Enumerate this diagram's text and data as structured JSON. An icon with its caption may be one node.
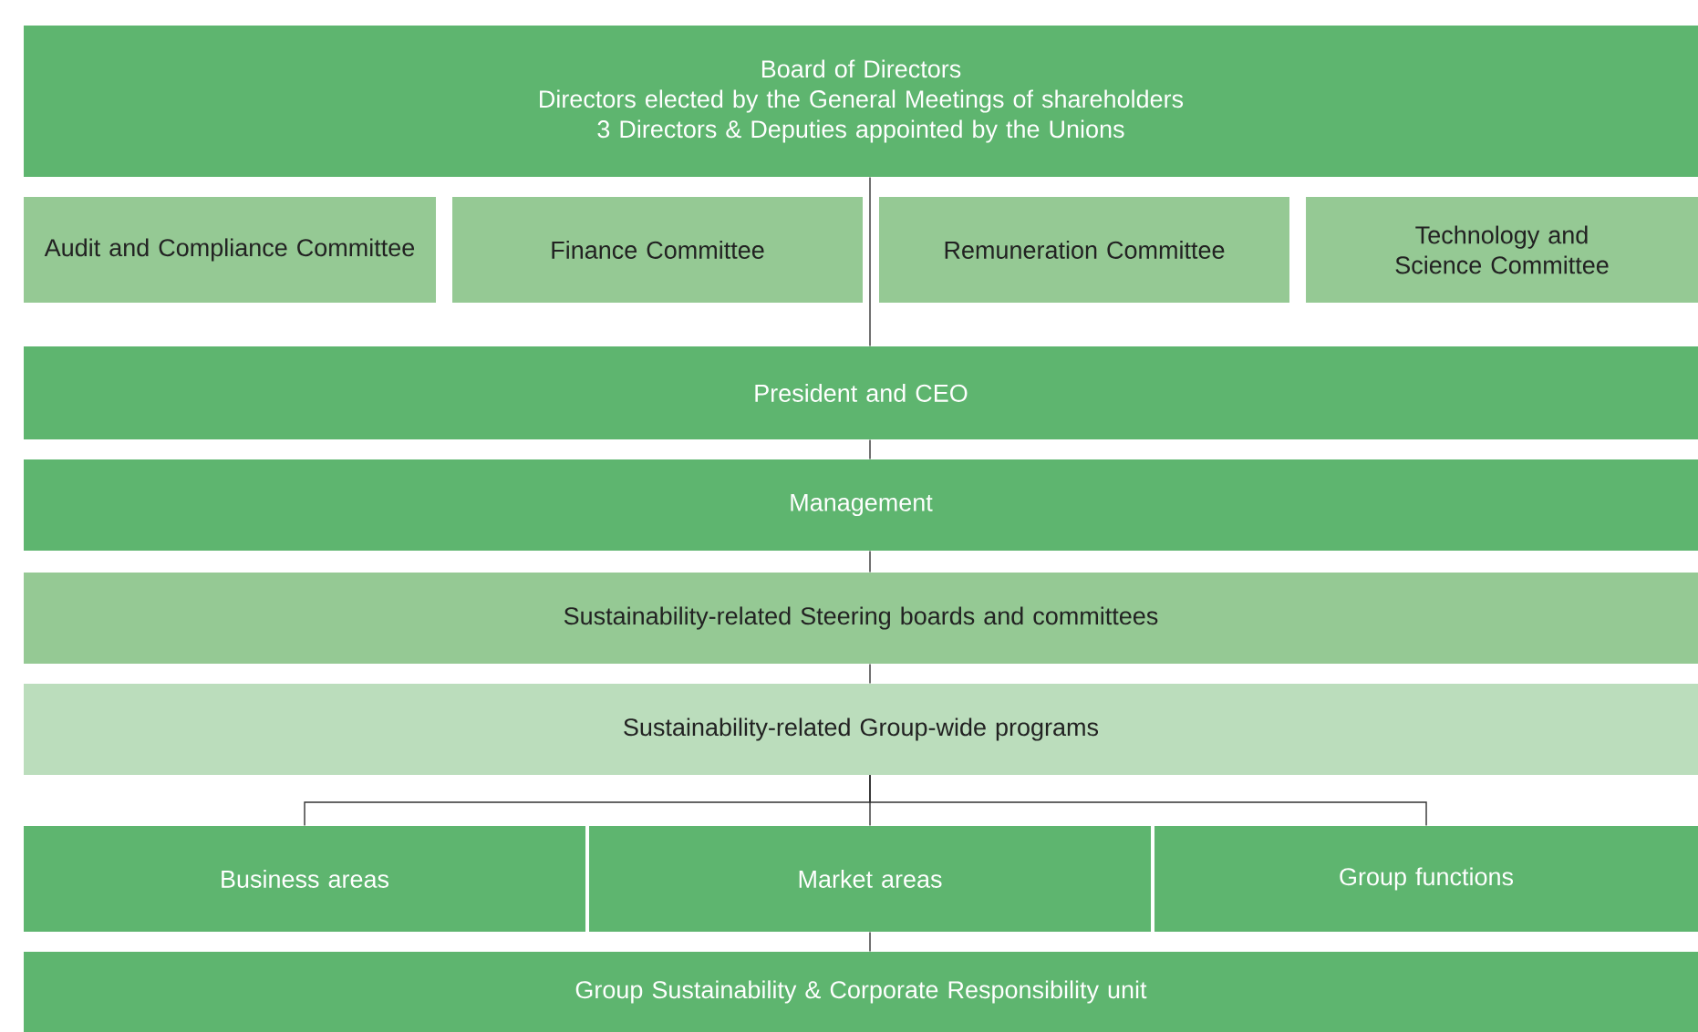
{
  "diagram": {
    "nodes": [
      {
        "text": [
          "Board of Directors",
          "Directors elected by the General Meetings of shareholders",
          "3 Directors & Deputies appointed by the Unions"
        ]
      },
      {
        "text": [
          "Audit and Compliance Committee"
        ]
      },
      {
        "text": [
          "Finance Committee"
        ]
      },
      {
        "text": [
          "Remuneration Committee"
        ]
      },
      {
        "text": [
          "Technology and Science Committee"
        ]
      },
      {
        "text": [
          "President and CEO"
        ]
      },
      {
        "text": [
          "Management"
        ]
      },
      {
        "text": [
          "Sustainability-related Steering boards and committees"
        ]
      },
      {
        "text": [
          "Sustainability-related Group-wide programs"
        ]
      },
      {
        "text": [
          "Business areas"
        ]
      },
      {
        "text": [
          "Market areas"
        ]
      },
      {
        "text": [
          "Group functions"
        ]
      },
      {
        "text": [
          "Group Sustainability & Corporate Responsibility unit"
        ]
      }
    ],
    "edges": [
      {
        "from": 0,
        "to": 5,
        "arrow": "none"
      },
      {
        "from": 5,
        "to": 6,
        "arrow": "none"
      },
      {
        "from": 6,
        "to": 7,
        "arrow": "none"
      },
      {
        "from": 7,
        "to": 8,
        "arrow": "none"
      },
      {
        "from": 8,
        "to": 9,
        "arrow": "none"
      },
      {
        "from": 8,
        "to": 10,
        "arrow": "none"
      },
      {
        "from": 8,
        "to": 11,
        "arrow": "none"
      },
      {
        "from": 10,
        "to": 12,
        "arrow": "none"
      }
    ]
  }
}
